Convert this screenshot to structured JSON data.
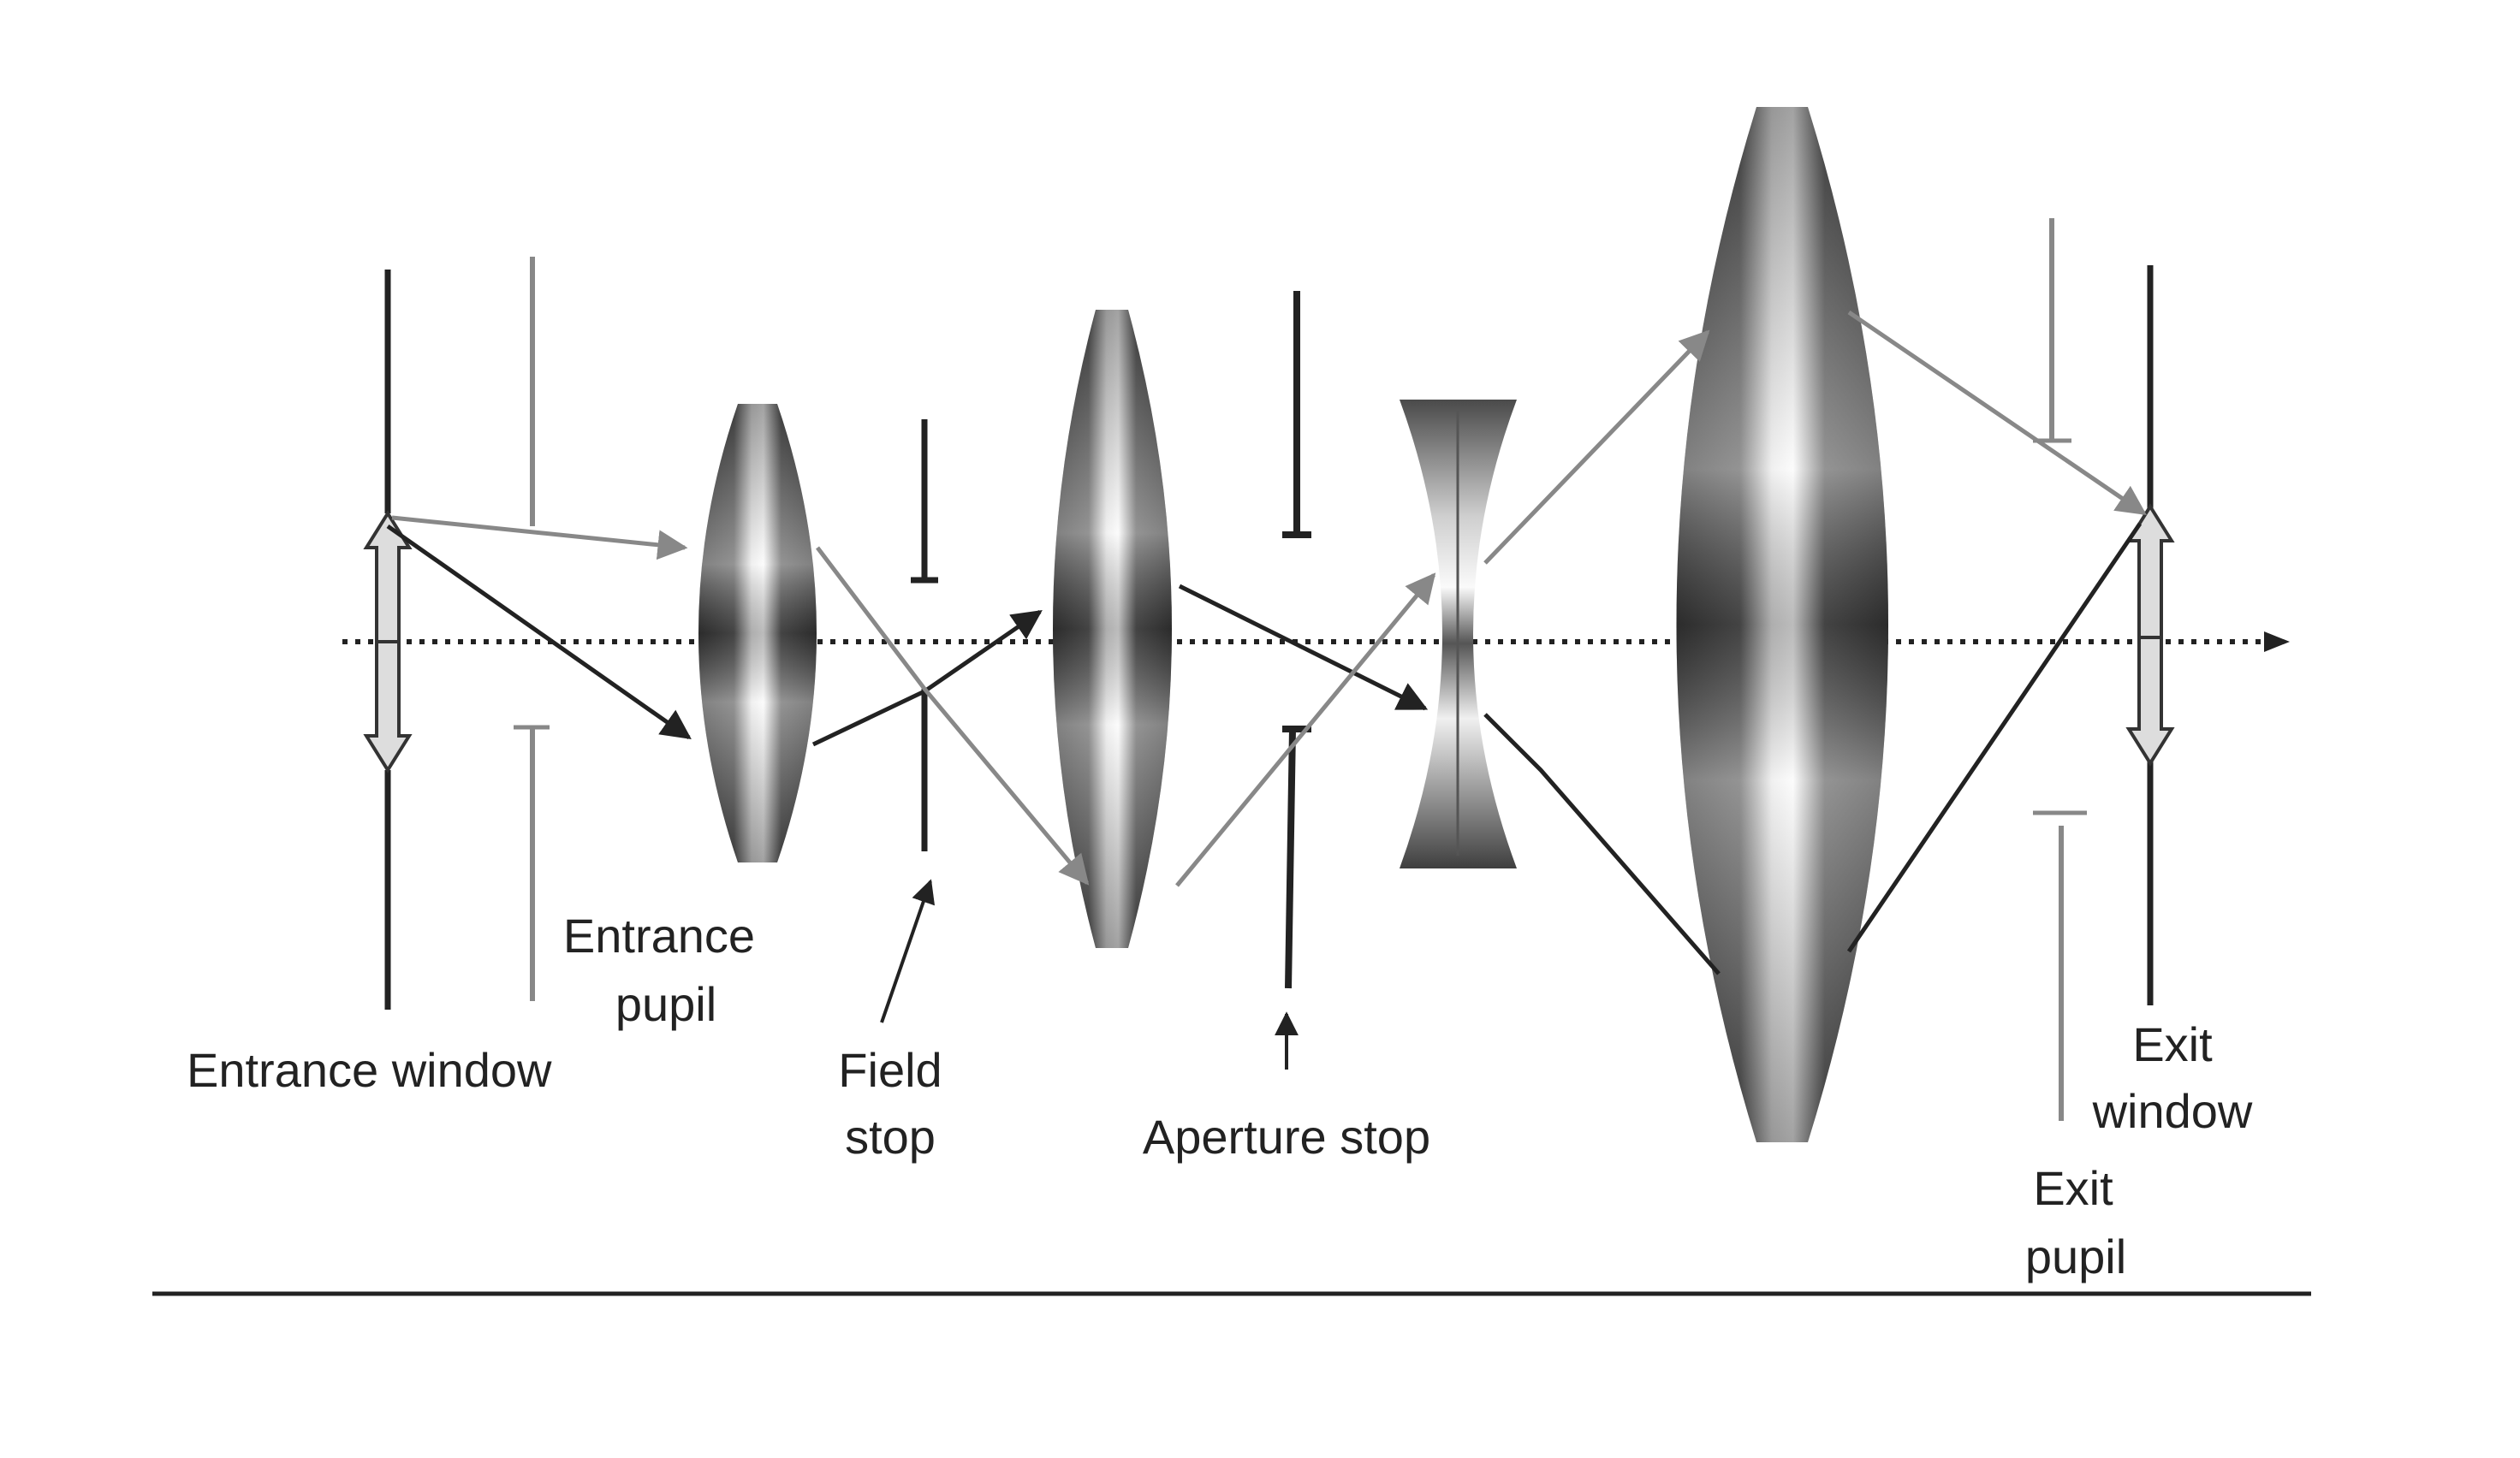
{
  "labels": {
    "entrance_window": "Entrance window",
    "entrance_pupil_1": "Entrance",
    "entrance_pupil_2": "pupil",
    "field_stop_1": "Field",
    "field_stop_2": "stop",
    "aperture_stop": "Aperture stop",
    "exit_window_1": "Exit",
    "exit_window_2": "window",
    "exit_pupil_1": "Exit",
    "exit_pupil_2": "pupil"
  },
  "colors": {
    "ink": "#222222",
    "gray_ray": "#888888",
    "lens_dark": "#3a3a3a",
    "lens_light": "#f4f4f4",
    "arrow_fill": "#dddddd",
    "background": "#ffffff"
  }
}
